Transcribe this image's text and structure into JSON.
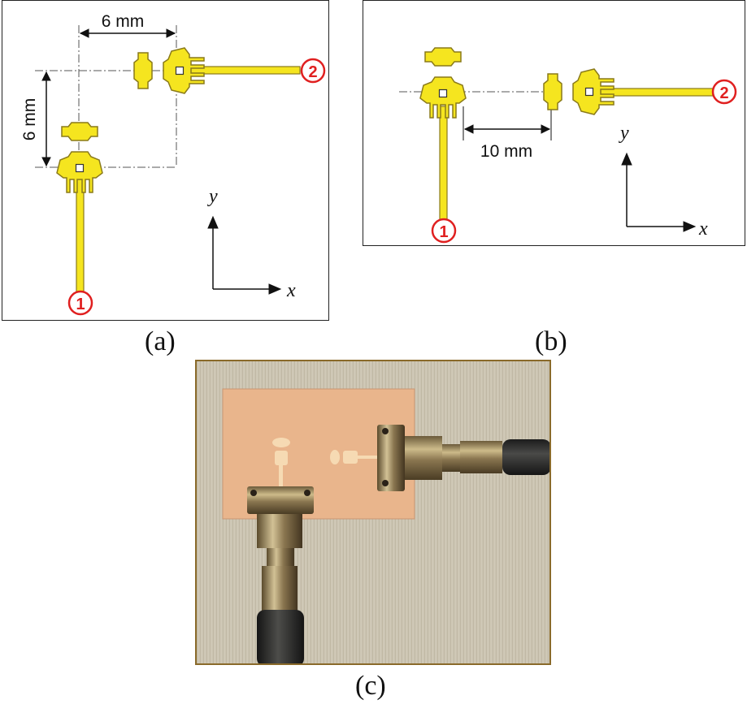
{
  "figure": {
    "panel_a": {
      "dim_horizontal": "6 mm",
      "dim_vertical": "6 mm",
      "port_1": "1",
      "port_2": "2",
      "axis_x": "x",
      "axis_y": "y",
      "caption": "(a)"
    },
    "panel_b": {
      "dim_horizontal": "10 mm",
      "port_1": "1",
      "port_2": "2",
      "axis_x": "x",
      "axis_y": "y",
      "caption": "(b)"
    },
    "panel_c": {
      "caption": "(c)"
    }
  },
  "colors": {
    "antenna_fill": "#f5e51f",
    "antenna_stroke": "#8a7a1a",
    "port_marker": "#e02020",
    "background_fabric": "#c9c2b0",
    "substrate": "#e9b58c",
    "frame_border": "#8a6a2a"
  }
}
